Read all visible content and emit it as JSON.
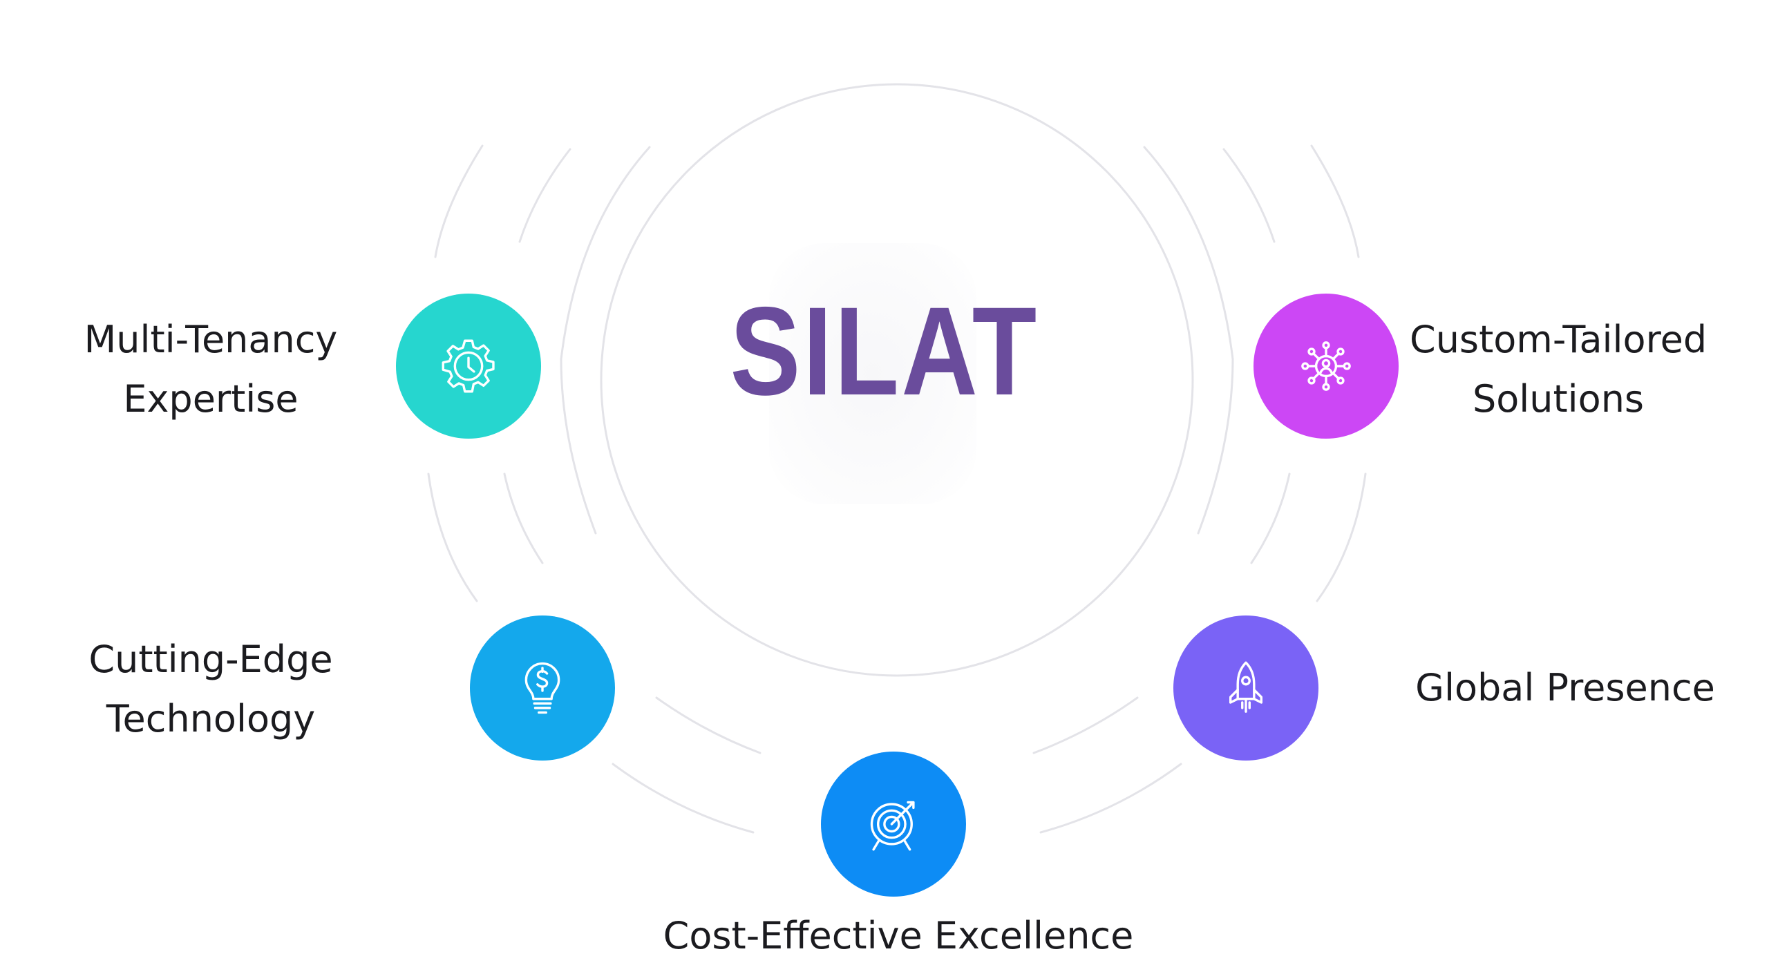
{
  "logo": {
    "text": "SILAT",
    "color": "#6a4c9c"
  },
  "features": [
    {
      "id": "multi-tenancy",
      "lines": [
        "Multi-Tenancy",
        "Expertise"
      ],
      "icon": "gear-clock-icon",
      "color": "#26d6cf"
    },
    {
      "id": "custom-tailored",
      "lines": [
        "Custom-Tailored",
        "Solutions"
      ],
      "icon": "network-user-icon",
      "color": "#cc47f5"
    },
    {
      "id": "cutting-edge",
      "lines": [
        "Cutting-Edge",
        "Technology"
      ],
      "icon": "lightbulb-dollar-icon",
      "color": "#14a8ec"
    },
    {
      "id": "global-presence",
      "lines": [
        "Global Presence"
      ],
      "icon": "rocket-icon",
      "color": "#7a63f6"
    },
    {
      "id": "cost-effective",
      "lines": [
        "Cost-Effective Excellence"
      ],
      "icon": "target-arrow-icon",
      "color": "#0d8cf5"
    }
  ]
}
